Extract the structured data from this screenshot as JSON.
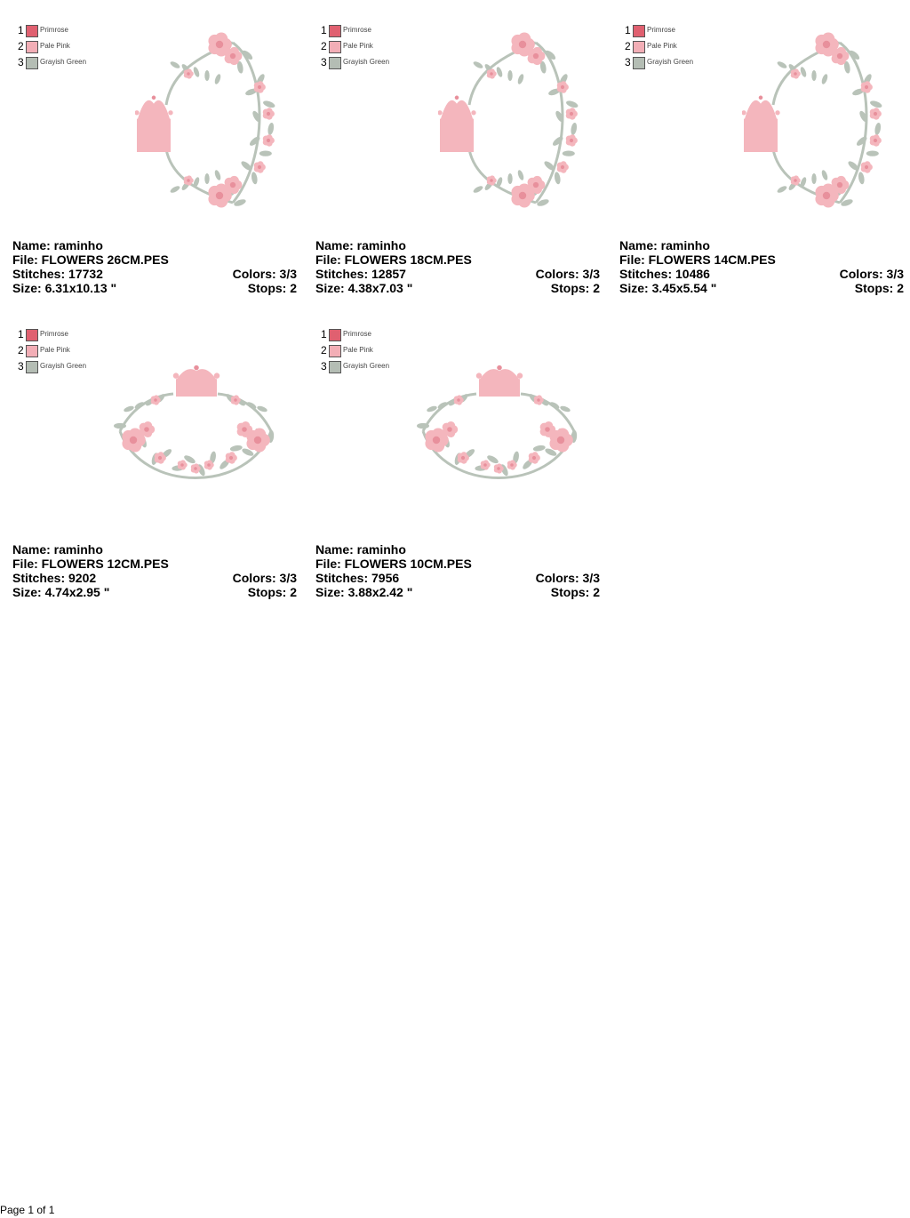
{
  "cards": [
    {
      "name": "Name: raminho",
      "file": "File: FLOWERS 26CM.PES",
      "stitches": "Stitches: 17732",
      "colors": "Colors: 3/3",
      "size": "Size: 6.31x10.13 \"",
      "stops": "Stops: 2"
    },
    {
      "name": "Name: raminho",
      "file": "File: FLOWERS 18CM.PES",
      "stitches": "Stitches: 12857",
      "colors": "Colors: 3/3",
      "size": "Size: 4.38x7.03 \"",
      "stops": "Stops: 2"
    },
    {
      "name": "Name: raminho",
      "file": "File: FLOWERS 14CM.PES",
      "stitches": "Stitches: 10486",
      "colors": "Colors: 3/3",
      "size": "Size: 3.45x5.54 \"",
      "stops": "Stops: 2"
    },
    {
      "name": "Name: raminho",
      "file": "File: FLOWERS 12CM.PES",
      "stitches": "Stitches: 9202",
      "colors": "Colors: 3/3",
      "size": "Size: 4.74x2.95 \"",
      "stops": "Stops: 2"
    },
    {
      "name": "Name: raminho",
      "file": "File: FLOWERS 10CM.PES",
      "stitches": "Stitches: 7956",
      "colors": "Colors: 3/3",
      "size": "Size: 3.88x2.42 \"",
      "stops": "Stops: 2"
    }
  ],
  "legend": [
    {
      "num": "1",
      "label": "Primrose",
      "color": "#e06070"
    },
    {
      "num": "2",
      "label": "Pale Pink",
      "color": "#f2aeb6"
    },
    {
      "num": "3",
      "label": "Grayish Green",
      "color": "#b4bdb4"
    }
  ],
  "colors": {
    "rose": "#f4b6bd",
    "rose_dark": "#e8909c",
    "leaf": "#b9c3b9"
  },
  "footer": {
    "page": "Page 1 of 1"
  }
}
